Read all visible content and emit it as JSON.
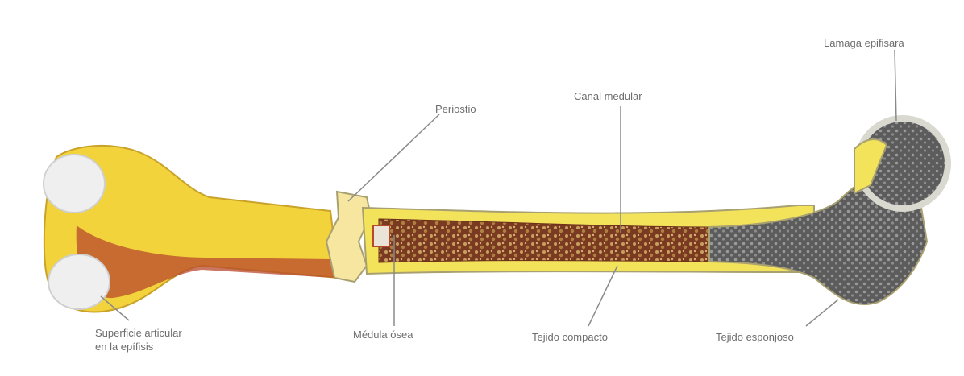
{
  "diagram": {
    "labels": {
      "cartilage": "Lamaga epifisara",
      "periosteum": "Periostio",
      "medullary_canal": "Canal medular",
      "articular_surface_line1": "Superficie articular",
      "articular_surface_line2": "en la epífisis",
      "endosteum": "Médula ósea",
      "compact_tissue": "Tejido compacto",
      "spongy_tissue": "Tejido esponjoso"
    },
    "colors": {
      "bone": "#f2d33c",
      "bone_shadow": "#c9a22a",
      "marrow": "#8a3a1e",
      "red_shading": "#b8482c",
      "spongy": "#6f6f6f",
      "cartilage": "#efefef",
      "leader": "#8a8a8a"
    }
  }
}
